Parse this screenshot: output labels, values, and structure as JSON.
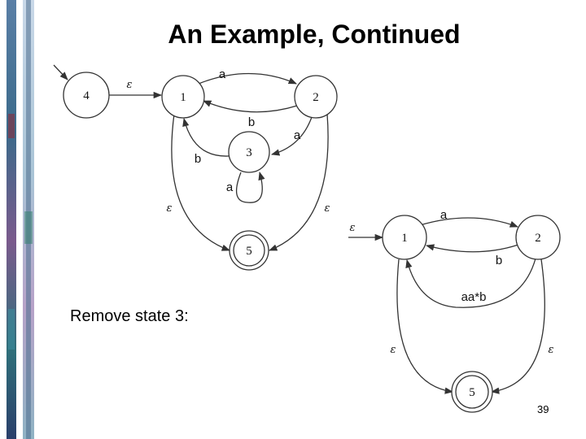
{
  "slide": {
    "title": "An Example, Continued",
    "body_text": "Remove state 3:",
    "page_number": "39"
  },
  "diagram_before": {
    "states": [
      "4",
      "1",
      "2",
      "3",
      "5"
    ],
    "initial_label": "ε",
    "labels": {
      "a_1_to_2": "a",
      "b_2_to_1": "b",
      "a_2_to_3": "a",
      "b_3_to_1": "b",
      "a_3_loop": "a",
      "eps_1_to_5": "ε",
      "eps_2_to_5": "ε"
    }
  },
  "diagram_after": {
    "states": [
      "1",
      "2",
      "5"
    ],
    "initial_label": "ε",
    "labels": {
      "a_1_to_2": "a",
      "b_2_to_1": "b",
      "aab_2_to_1": "aa*b",
      "eps_1_to_5": "ε",
      "eps_2_to_5": "ε"
    }
  },
  "colors": {
    "stroke": "#333333",
    "text": "#000000"
  }
}
